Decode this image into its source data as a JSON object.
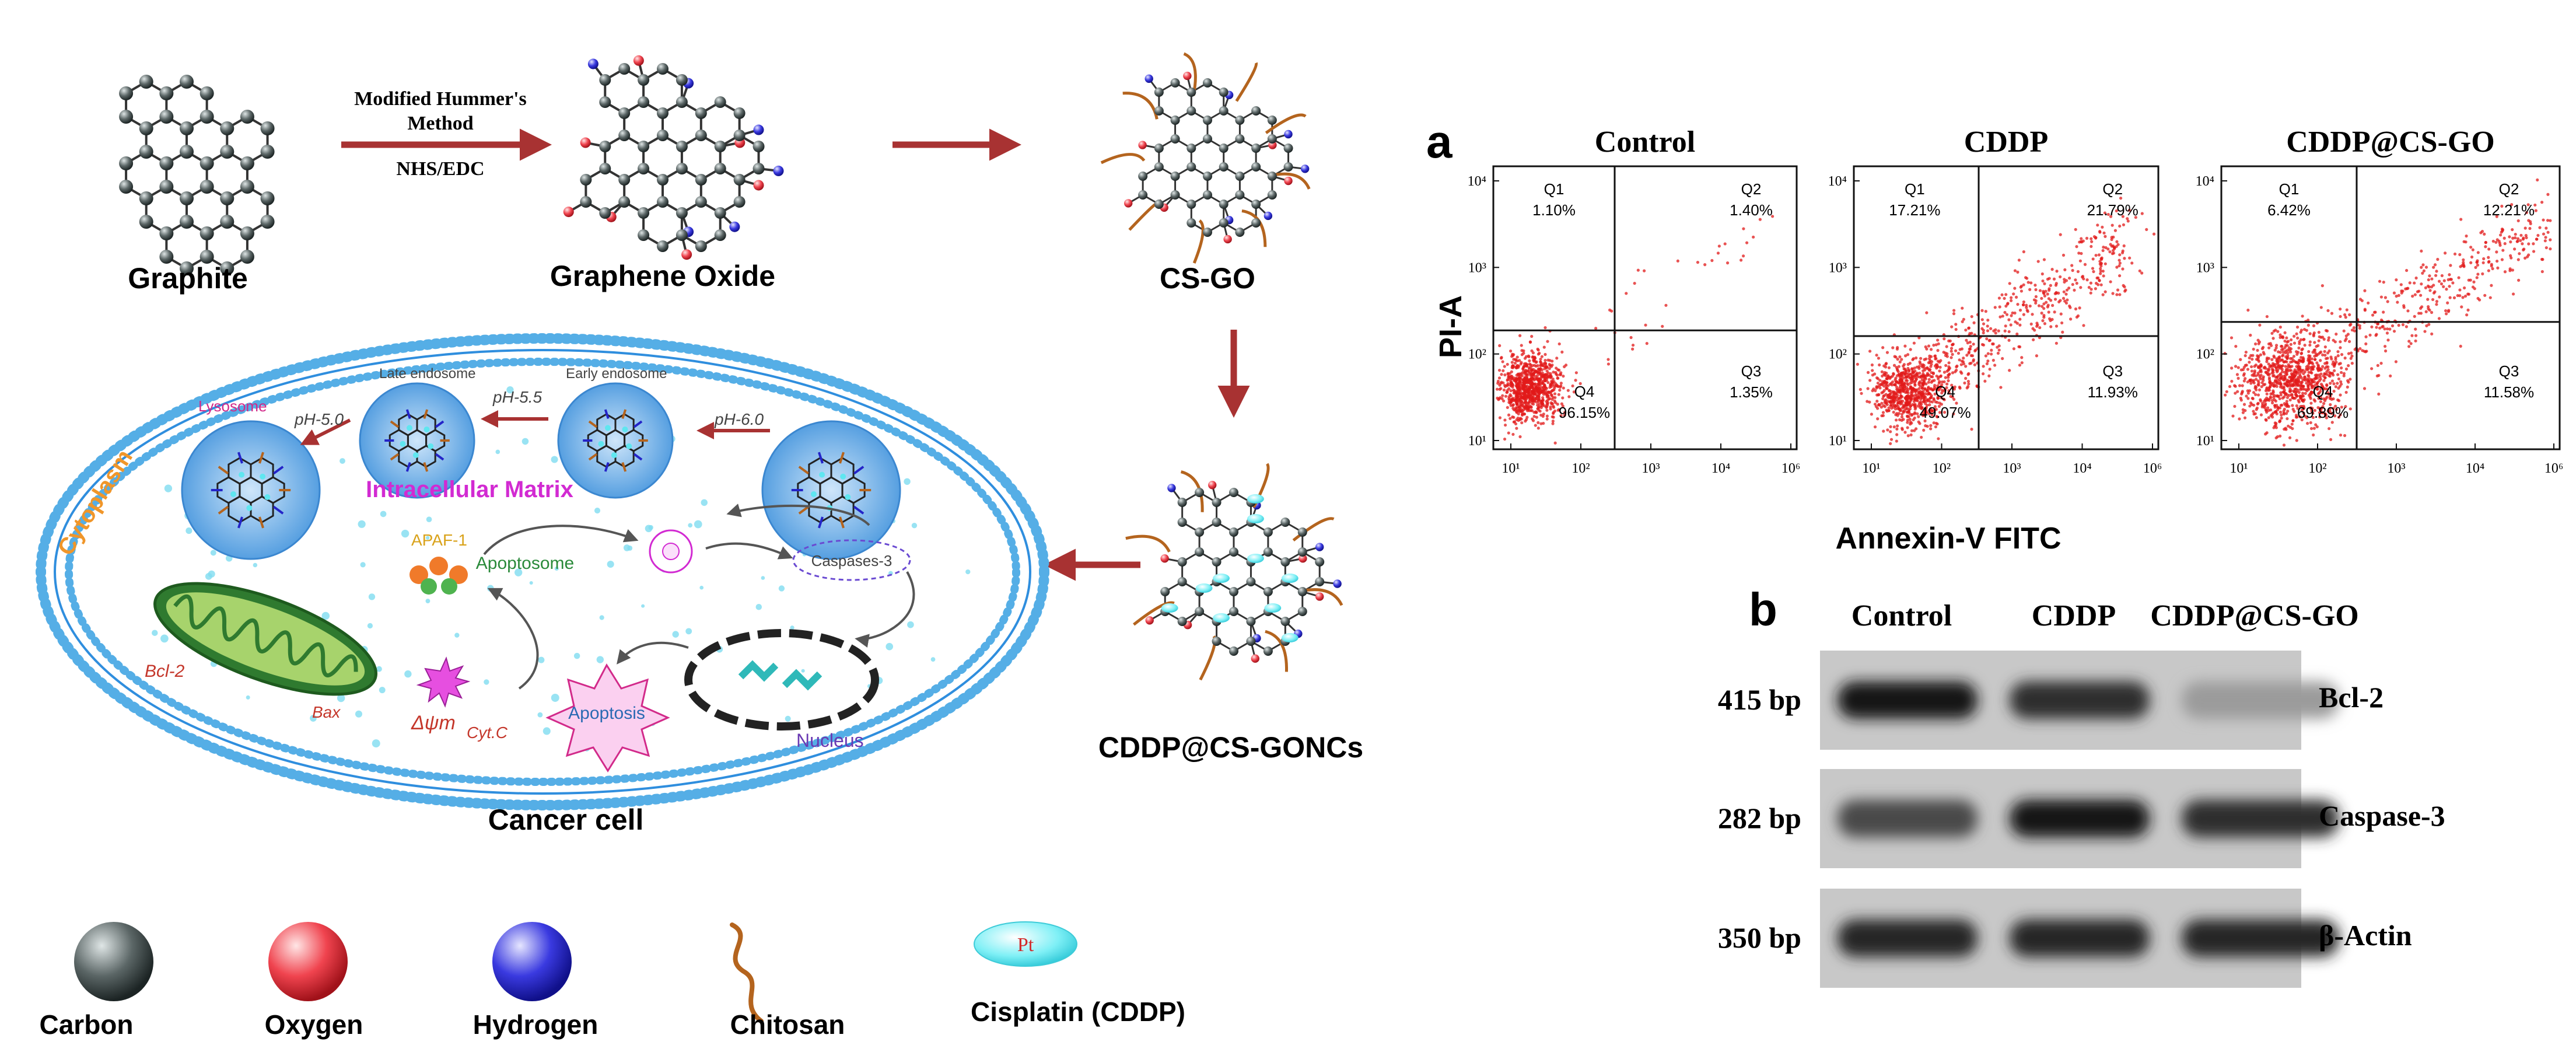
{
  "synthesis": {
    "graphite_label": "Graphite",
    "method_line1": "Modified Hummer's",
    "method_line2": "Method",
    "reagent": "NHS/EDC",
    "go_label": "Graphene Oxide",
    "csgo_label": "CS-GO",
    "nc_label": "CDDP@CS-GONCs"
  },
  "cell": {
    "title": "Cancer cell",
    "cytoplasm": "Cytoplasm",
    "matrix": "Intracellular Matrix",
    "lysosome": "Lysosome",
    "late_endosome": "Late endosome",
    "early_endosome": "Early endosome",
    "ph_50": "pH-5.0",
    "ph_55": "pH-5.5",
    "ph_60": "pH-6.0",
    "apaf": "APAF-1",
    "apoptosome": "Apoptosome",
    "caspase": "Caspases-3",
    "nucleus": "Nucleus",
    "apoptosis": "Apoptosis",
    "bcl2": "Bcl-2",
    "bax": "Bax",
    "dpsi": "Δψm",
    "cytc": "Cyt.C"
  },
  "legend": [
    {
      "label": "Carbon",
      "color": "#2f3a3a"
    },
    {
      "label": "Oxygen",
      "color": "#e0202a"
    },
    {
      "label": "Hydrogen",
      "color": "#2424c8"
    },
    {
      "label": "Chitosan",
      "color": "#b4641e"
    },
    {
      "label": "Cisplatin (CDDP)",
      "color": "#5fe6f0",
      "symbol": "Pt"
    }
  ],
  "panel_a": {
    "letter": "a",
    "ylabel": "PI-A",
    "xlabel": "Annexin-V FITC",
    "x_ticks": [
      "10¹",
      "10²",
      "10³",
      "10⁴",
      "10⁶"
    ],
    "y_ticks": [
      "10⁴",
      "10³",
      "10²",
      "10¹"
    ],
    "plots": [
      {
        "title": "Control",
        "q1": "Q1",
        "q1v": "1.10%",
        "q2": "Q2",
        "q2v": "1.40%",
        "q3": "Q3",
        "q3v": "1.35%",
        "q4": "Q4",
        "q4v": "96.15%"
      },
      {
        "title": "CDDP",
        "q1": "Q1",
        "q1v": "17.21%",
        "q2": "Q2",
        "q2v": "21.79%",
        "q3": "Q3",
        "q3v": "11.93%",
        "q4": "Q4",
        "q4v": "49.07%"
      },
      {
        "title": "CDDP@CS-GO",
        "q1": "Q1",
        "q1v": "6.42%",
        "q2": "Q2",
        "q2v": "12.21%",
        "q3": "Q3",
        "q3v": "11.58%",
        "q4": "Q4",
        "q4v": "69.89%"
      }
    ]
  },
  "panel_b": {
    "letter": "b",
    "lanes": [
      "Control",
      "CDDP",
      "CDDP@CS-GO"
    ],
    "rows": [
      {
        "size": "415 bp",
        "gene": "Bcl-2",
        "intensity": [
          1.0,
          0.85,
          0.25
        ]
      },
      {
        "size": "282 bp",
        "gene": "Caspase-3",
        "intensity": [
          0.7,
          1.0,
          0.85
        ]
      },
      {
        "size": "350 bp",
        "gene": "β-Actin",
        "intensity": [
          0.9,
          0.9,
          0.9
        ]
      }
    ]
  }
}
